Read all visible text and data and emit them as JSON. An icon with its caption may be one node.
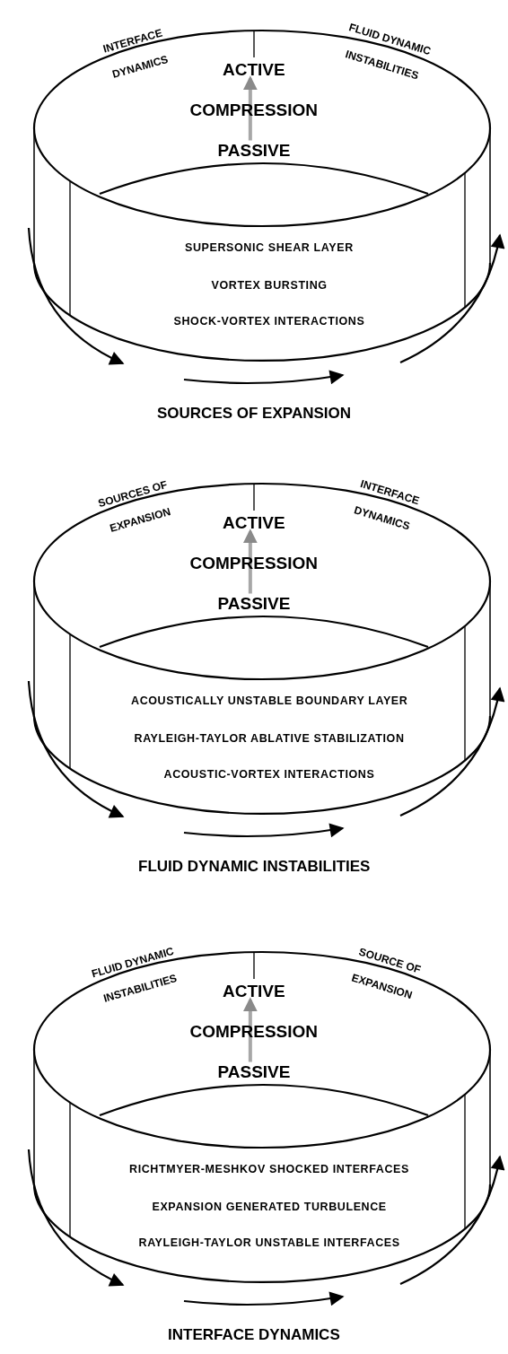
{
  "diagram": {
    "nodes": [
      {
        "text": [
          "INTERFACE DYNAMICS",
          "FLUID DYNAMIC INSTABILITIES",
          "COMPRESSION",
          "SUPERSONIC SHEAR LAYER",
          "VORTEX BURSTING",
          "SHOCK-VORTEX INTERACTIONS"
        ],
        "beside": [
          "SOURCES OF EXPANSION"
        ]
      },
      {
        "text": [
          "ACTIVE"
        ],
        "in": 0
      },
      {
        "text": [
          "PASSIVE"
        ],
        "in": 0
      },
      {
        "text": [
          "SOURCES OF EXPANSION",
          "INTERFACE DYNAMICS",
          "COMPRESSION",
          "ACOUSTICALLY UNSTABLE BOUNDARY LAYER",
          "RAYLEIGH-TAYLOR ABLATIVE STABILIZATION",
          "ACOUSTIC-VORTEX INTERACTIONS"
        ],
        "beside": [
          "FLUID DYNAMIC INSTABILITIES"
        ]
      },
      {
        "text": [
          "ACTIVE"
        ],
        "in": 3
      },
      {
        "text": [
          "PASSIVE"
        ],
        "in": 3
      },
      {
        "text": [
          "FLUID DYNAMIC INSTABILITIES",
          "SOURCE OF EXPANSION",
          "COMPRESSION",
          "RICHTMYER-MESHKOV SHOCKED INTERFACES",
          "EXPANSION GENERATED TURBULENCE",
          "RAYLEIGH-TAYLOR UNSTABLE INTERFACES"
        ],
        "beside": [
          "INTERFACE DYNAMICS"
        ]
      },
      {
        "text": [
          "ACTIVE"
        ],
        "in": 6
      },
      {
        "text": [
          "PASSIVE"
        ],
        "in": 6
      }
    ],
    "edges": [
      {
        "from": 2,
        "to": 1,
        "arrow": "to"
      },
      {
        "from": 5,
        "to": 4,
        "arrow": "to"
      },
      {
        "from": 8,
        "to": 7,
        "arrow": "to"
      }
    ]
  }
}
